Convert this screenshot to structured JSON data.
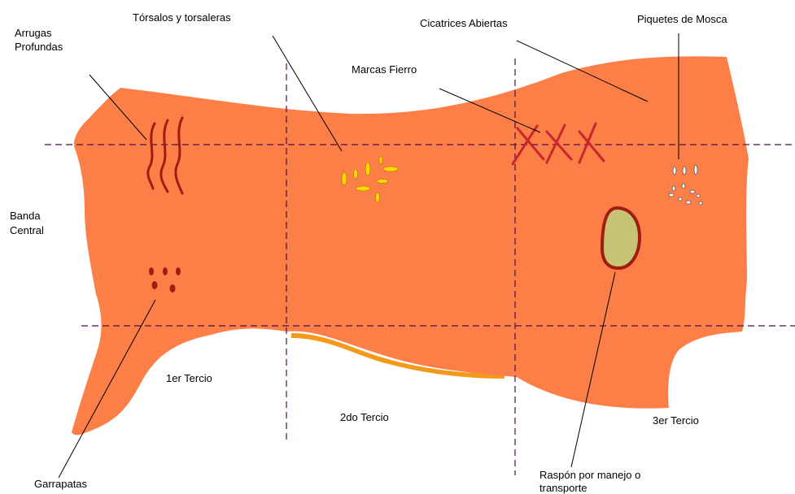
{
  "colors": {
    "hide": "#fb7f47",
    "hide_edge_shadow": "#f39a1a",
    "wrinkle": "#a01d12",
    "brand_mark": "#c9262e",
    "warble": "#ffd400",
    "abrasion_fill": "#c6c374",
    "abrasion_border": "#a01d12",
    "tick": "#a01d12",
    "line": "#000000",
    "guide": "#4b0f4f"
  },
  "labels": {
    "arrugas_1": "Arrugas",
    "arrugas_2": "Profundas",
    "torsalos": "Tórsalos y torsaleras",
    "cicatrices": "Cicatrices Abiertas",
    "piquetes": "Piquetes de Mosca",
    "marcas": "Marcas Fierro",
    "banda_1": "Banda",
    "banda_2": "Central",
    "tercio_1": "1er Tercio",
    "tercio_2": "2do Tercio",
    "tercio_3": "3er Tercio",
    "garrapatas": "Garrapatas",
    "raspon_1": "Raspón por manejo o",
    "raspon_2": "transporte"
  }
}
